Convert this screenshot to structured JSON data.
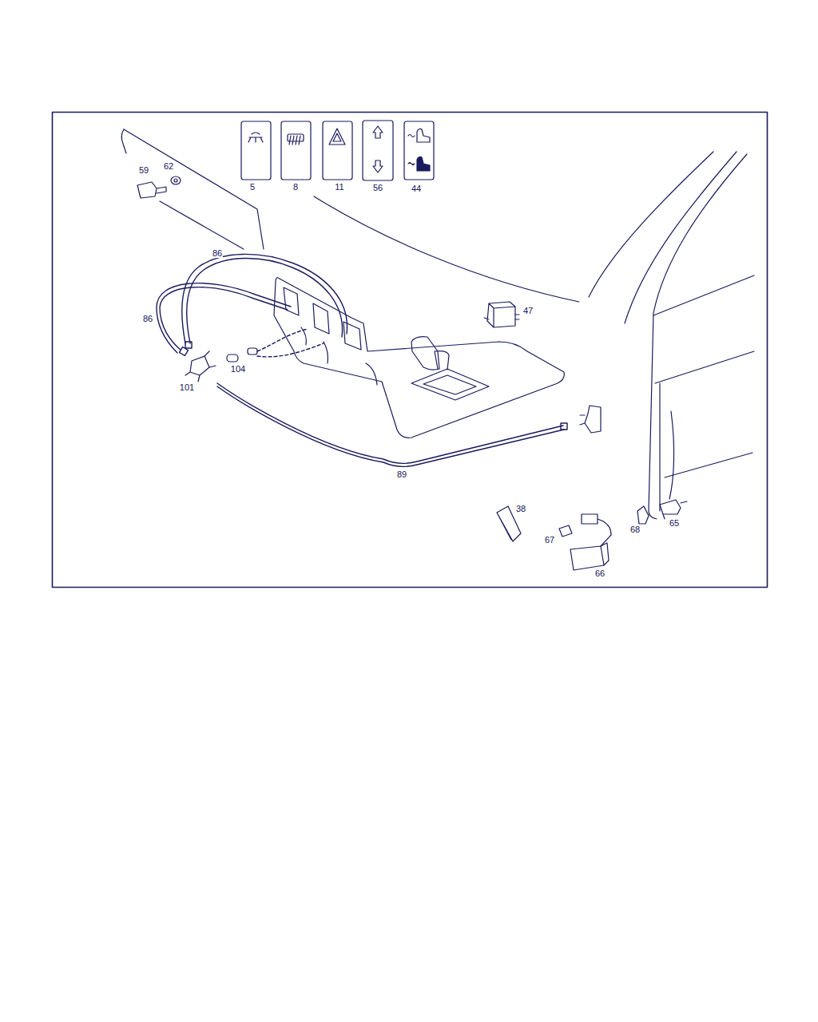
{
  "diagram": {
    "labels": [
      "5",
      "8",
      "11",
      "56",
      "44",
      "62",
      "59",
      "86",
      "86",
      "47",
      "104",
      "101",
      "89",
      "38",
      "65",
      "68",
      "67",
      "66"
    ]
  }
}
